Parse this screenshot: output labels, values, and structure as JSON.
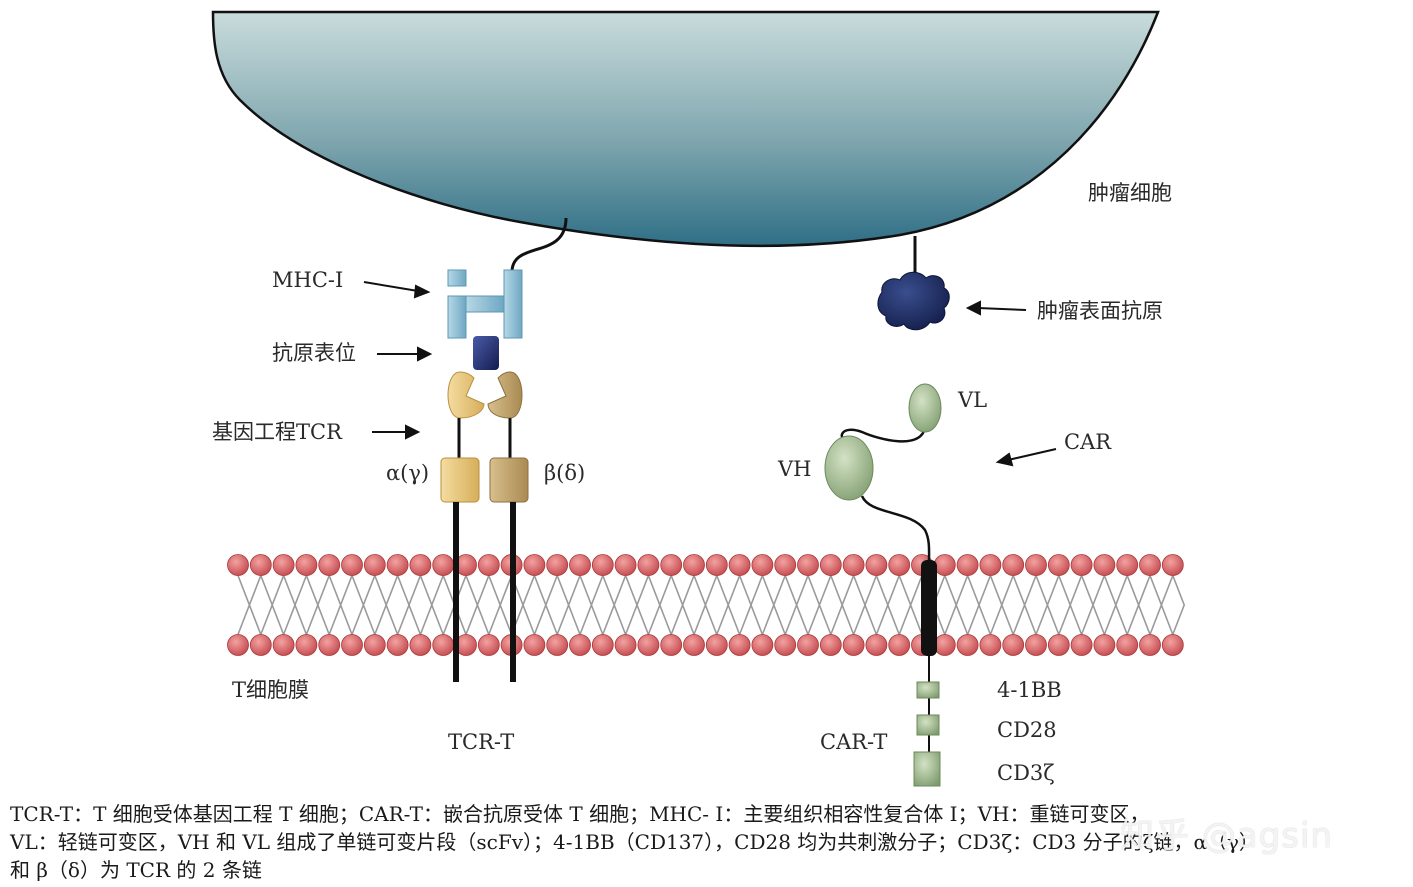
{
  "labels": {
    "tumor_cell": "肿瘤细胞",
    "mhc": "MHC-I",
    "epitope": "抗原表位",
    "engineered_tcr": "基因工程TCR",
    "alpha": "α(γ)",
    "beta": "β(δ)",
    "tumor_antigen": "肿瘤表面抗原",
    "vl": "VL",
    "vh": "VH",
    "car": "CAR",
    "t_membrane": "T细胞膜",
    "tcr_t": "TCR-T",
    "car_t": "CAR-T",
    "bb41": "4-1BB",
    "cd28": "CD28",
    "cd3z": "CD3ζ"
  },
  "caption": {
    "line1": "TCR-T：T 细胞受体基因工程 T 细胞；CAR-T：嵌合抗原受体 T 细胞；MHC- Ⅰ：主要组织相容性复合体 I；VH：重链可变区，",
    "line2": "VL：轻链可变区，VH 和 VL 组成了单链可变片段（scFv）；4-1BB（CD137），CD28 均为共刺激分子；CD3ζ：CD3 分子的ζ链，α（γ）",
    "line3": "和 β（δ）为 TCR 的 2 条链"
  },
  "watermark": "知乎 @agsin",
  "colors": {
    "tumor_cell_top": "#c9dcdc",
    "tumor_cell_bottom": "#2f6f86",
    "mhc": "#8cc0d6",
    "epitope": "#1e2a6b",
    "antigen": "#1b2a5e",
    "tcr_alpha": "#e9c878",
    "tcr_beta": "#c6a46a",
    "car_domain": "#a7bf96",
    "lipid_head": "#d9686a",
    "lipid_tail": "#9a9a9a"
  }
}
